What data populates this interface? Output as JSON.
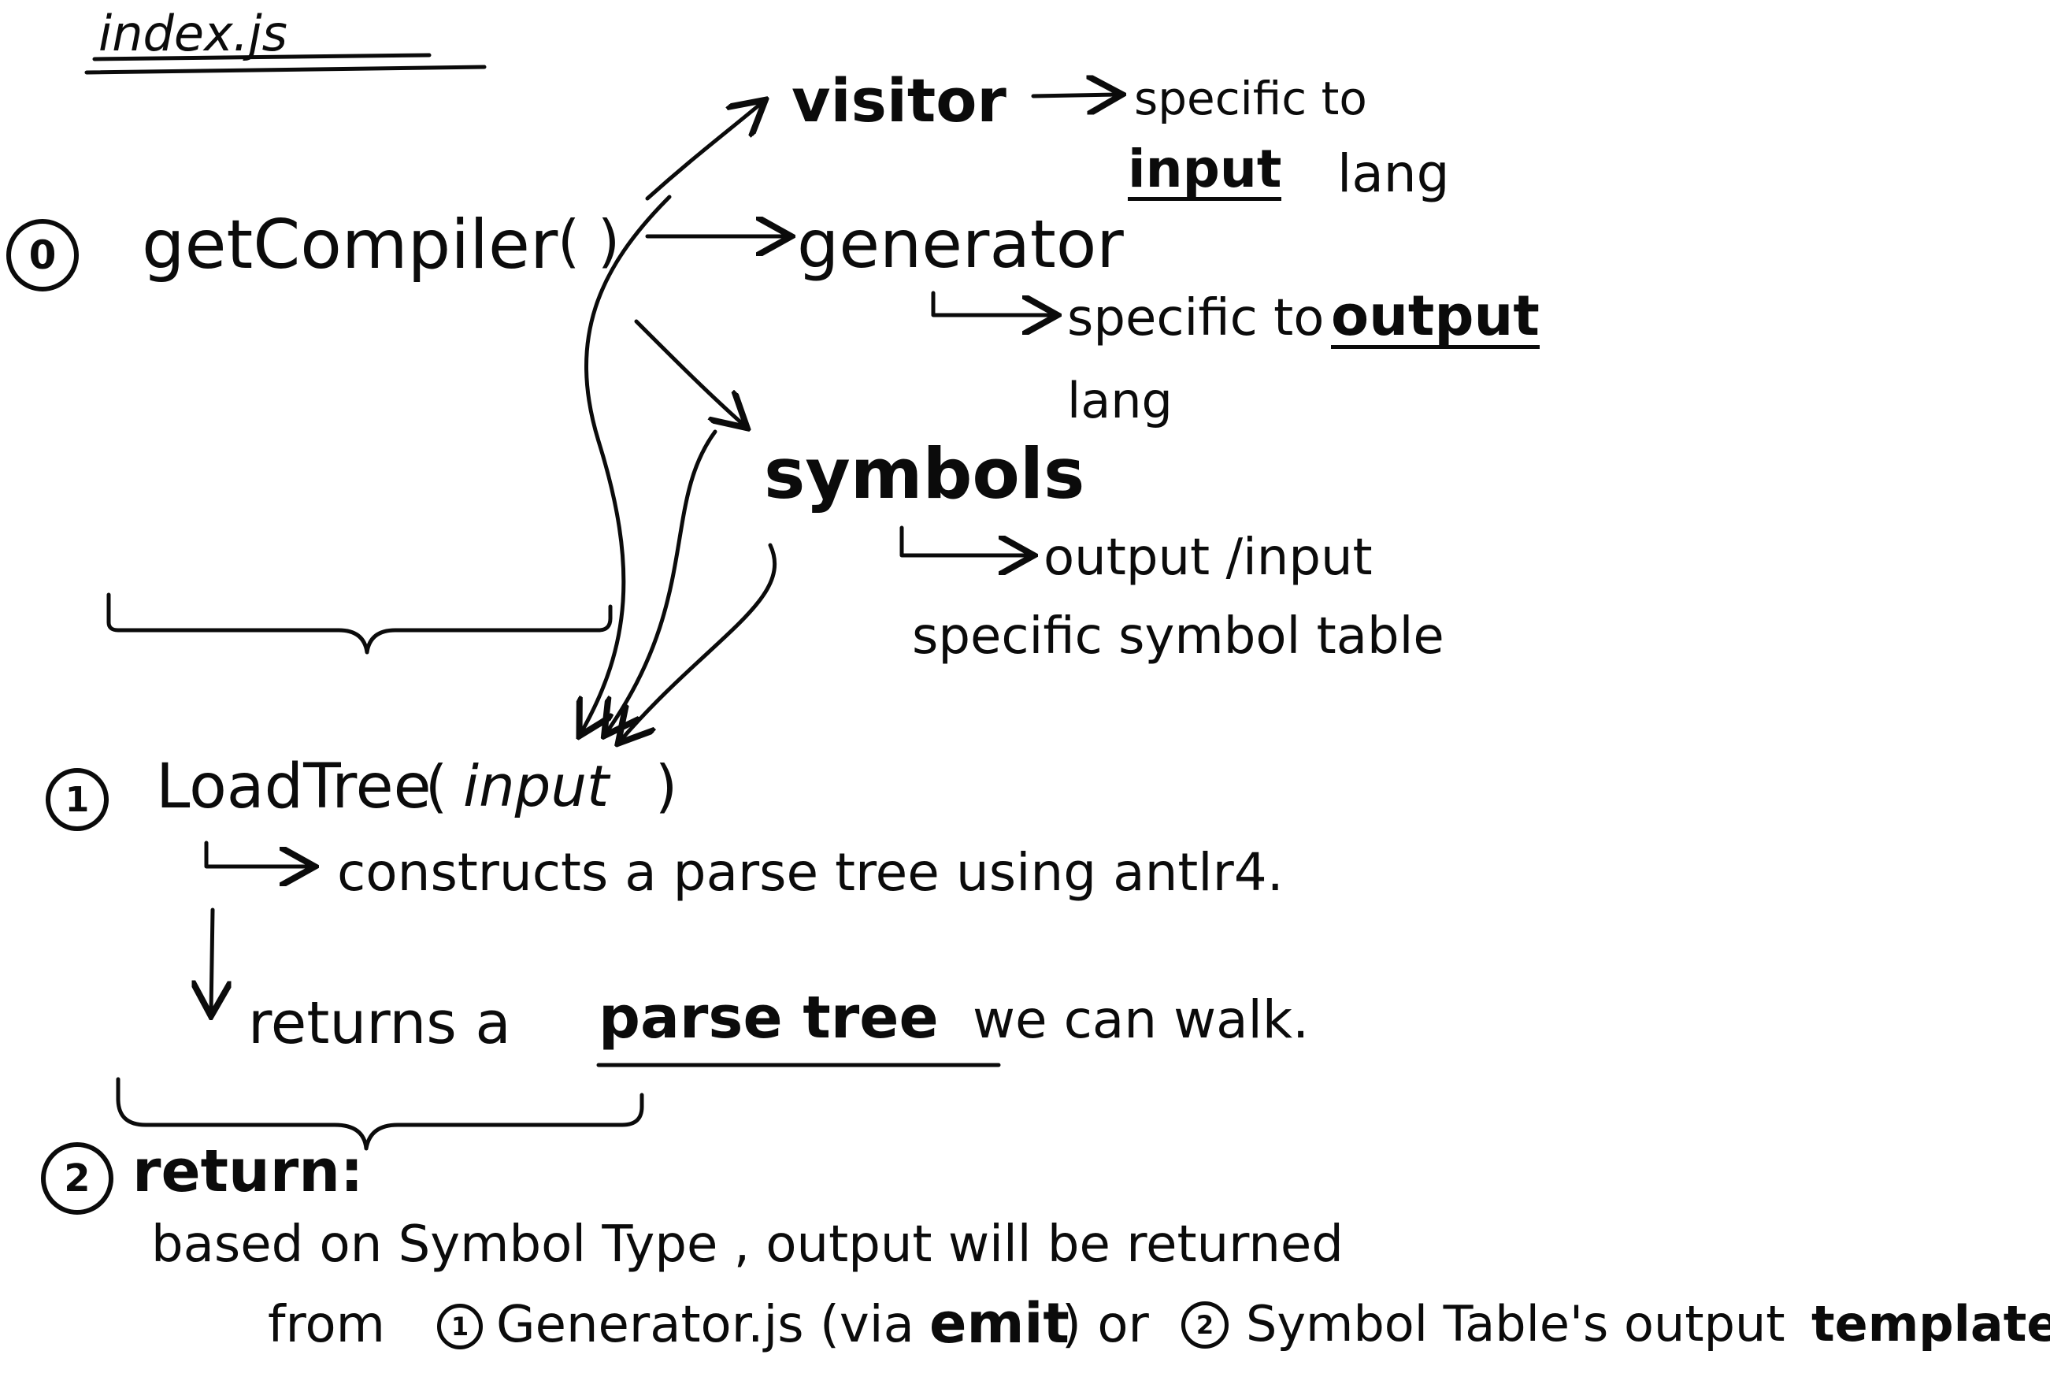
{
  "file_title": "index.js",
  "step0": {
    "number": "0",
    "func": "getCompiler",
    "parens": "( )"
  },
  "visitor": {
    "label": "visitor",
    "note_a": "specific to",
    "note_b": "input",
    "note_c": "lang"
  },
  "generator": {
    "label": "generator",
    "note_a": "specific to",
    "note_b": "output",
    "note_c": "lang"
  },
  "symbols": {
    "label": "symbols",
    "note_a": "output /input",
    "note_b": "specific  symbol table"
  },
  "step1": {
    "number": "1",
    "func": "LoadTree",
    "open": "(",
    "arg": "input",
    "close": ")",
    "desc": "constructs  a  parse  tree  using  antlr4.",
    "returns_a": "returns  a",
    "returns_b": "parse  tree",
    "returns_c": "we can  walk."
  },
  "step2": {
    "number": "2",
    "label": "return:",
    "line1": "based on  Symbol Type , output will be returned",
    "line2a": "from",
    "num_a": "1",
    "line2b": "Generator.js (via",
    "emit": "emit",
    "line2c": ") or",
    "num_b": "2",
    "line2d": "Symbol Table's output",
    "template": "template"
  },
  "ink_color": "#0b0b0b"
}
